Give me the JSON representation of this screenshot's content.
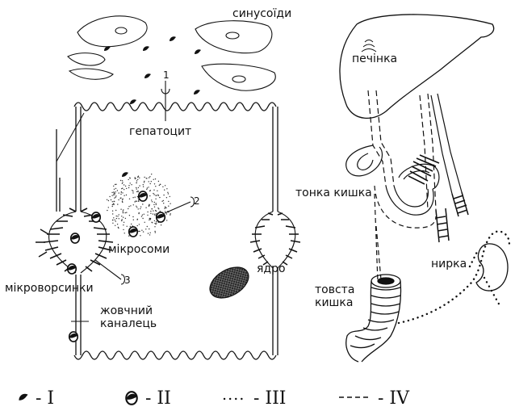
{
  "labels": {
    "sinusoids": "синусоїди",
    "hepatocyte": "гепатоцит",
    "liver": "печінка",
    "small_intestine": "тонка кишка",
    "microsomes": "мікросоми",
    "nucleus": "ядро",
    "microvilli": "мікроворсинки",
    "bile_canaliculus_line1": "жовчний",
    "bile_canaliculus_line2": "каналець",
    "large_intestine_line1": "товста",
    "large_intestine_line2": "кишка",
    "kidney": "нирка"
  },
  "markers": {
    "m1": "1",
    "m2": "2",
    "m3": "3"
  },
  "legend": {
    "item1": "- I",
    "item2": "- II",
    "item3": "- III",
    "item4": "- IV"
  },
  "icons": [
    "blackbody-particle-icon",
    "halfshaded-particle-icon",
    "dotted-pathway-icon",
    "dashed-pathway-icon"
  ],
  "colors": {
    "ink": "#111111",
    "paper": "#ffffff"
  }
}
